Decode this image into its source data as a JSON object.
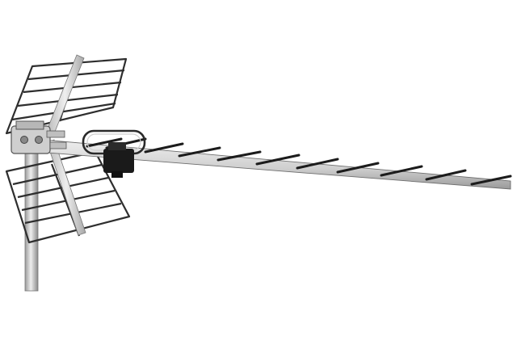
{
  "scene": {
    "subject": "antenna",
    "colors": {
      "background": "#ffffff",
      "metal_light": "#e6e6e6",
      "metal_mid": "#c4c4c4",
      "metal_dark": "#8a8a8a",
      "outline": "#333333",
      "element_black": "#1c1c1c",
      "box_black": "#1a1a1a"
    },
    "director_count": 11,
    "reflector_panels": 2
  }
}
